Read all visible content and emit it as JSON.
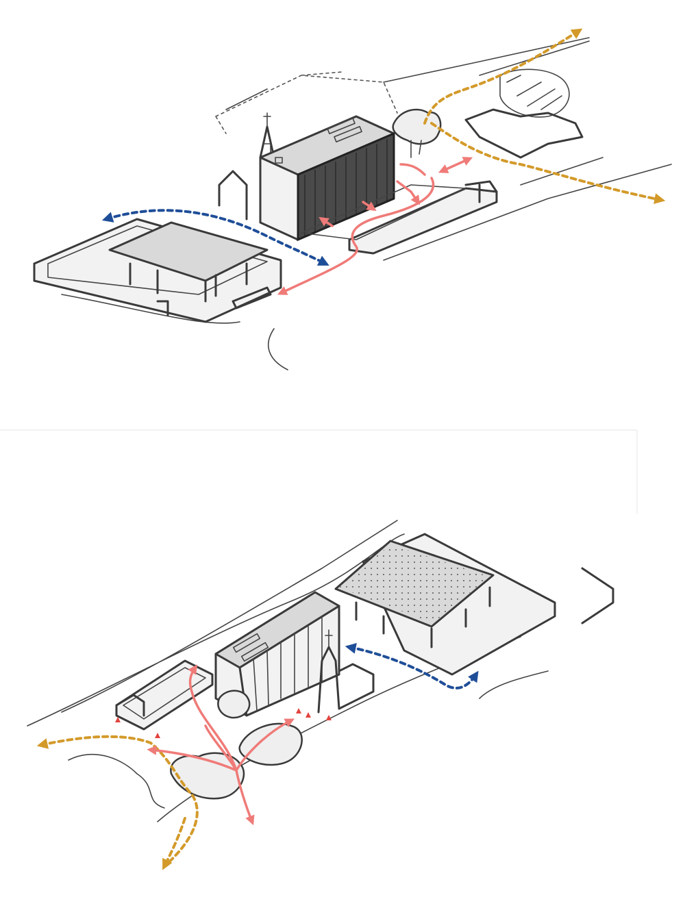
{
  "diagram": {
    "colors": {
      "regional_flow": "#d39a2a",
      "link_flow": "#1f4e98",
      "pedestrian_flow": "#ef7b78",
      "ink": "#3a3a3a",
      "paper": "#ffffff"
    },
    "panels": [
      {
        "view": "aerial-isometric-upper",
        "flows": [
          "regional",
          "link",
          "pedestrian"
        ]
      },
      {
        "view": "aerial-isometric-lower",
        "flows": [
          "regional",
          "link",
          "pedestrian"
        ]
      }
    ],
    "icons": [
      "church-spire-icon",
      "tree-cluster-icon",
      "arrowhead-icon"
    ]
  }
}
